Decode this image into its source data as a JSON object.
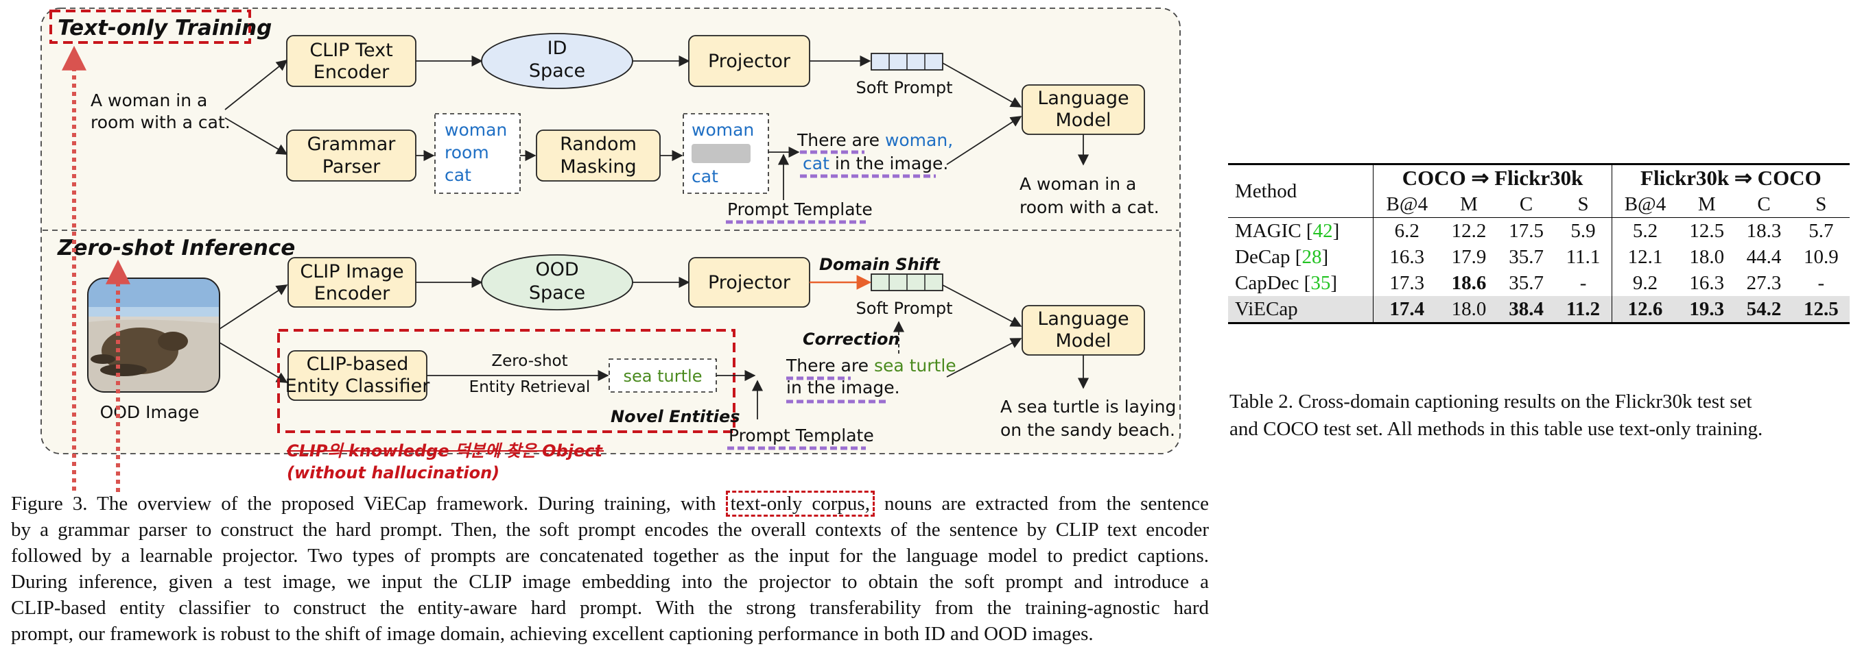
{
  "diagram": {
    "train_section_title": "Text-only Training",
    "infer_section_title": "Zero-shot Inference",
    "input_sentence": [
      "A woman in a",
      "room with a cat."
    ],
    "clip_text_encoder": [
      "CLIP Text",
      "Encoder"
    ],
    "id_space": [
      "ID",
      "Space"
    ],
    "projector": "Projector",
    "soft_prompt": "Soft Prompt",
    "language_model": [
      "Language",
      "Model"
    ],
    "grammar_parser": [
      "Grammar",
      "Parser"
    ],
    "nouns": [
      "woman",
      "room",
      "cat"
    ],
    "random_masking": [
      "Random",
      "Masking"
    ],
    "masked_nouns": [
      "woman",
      "cat"
    ],
    "prompt_train": {
      "pre": "There are ",
      "w1": "woman,",
      "w2": "cat",
      "post": " in the image."
    },
    "prompt_template": "Prompt Template",
    "output_train": [
      "A woman in a",
      "room with a cat."
    ],
    "ood_image_label": "OOD Image",
    "clip_image_encoder": [
      "CLIP Image",
      "Encoder"
    ],
    "ood_space": [
      "OOD",
      "Space"
    ],
    "domain_shift": "Domain Shift",
    "correction": "Correction",
    "entity_classifier": [
      "CLIP-based",
      "Entity Classifier"
    ],
    "zero_shot": "Zero-shot",
    "entity_retrieval": "Entity Retrieval",
    "entity": "sea turtle",
    "novel_entities": "Novel Entities",
    "prompt_infer": {
      "pre": "There are ",
      "entity": "sea turtle",
      "post": "in the image."
    },
    "output_infer": [
      "A sea turtle is laying",
      "on the sandy beach."
    ],
    "annotation": [
      "CLIP의 knowledge 덕분에 찾은 Object",
      "(without hallucination)"
    ],
    "colors": {
      "box_fill": "#fdf0cc",
      "section_bg": "#faf8ef",
      "id_fill": "#dfe9f7",
      "ood_fill": "#e1efdf",
      "red": "#c8151c",
      "blue": "#1f6fc4",
      "green": "#4a8a1e",
      "purple": "#9b6fd0",
      "orange": "#e8612c"
    }
  },
  "caption": {
    "lines": [
      {
        "pre": "Figure 3. The overview of the proposed ViECap framework. During training, with ",
        "box": "text-only corpus,",
        "post": " nouns are extracted from the sentence"
      },
      {
        "text": "by a grammar parser to construct the hard prompt. Then, the soft prompt encodes the overall contexts of the sentence by CLIP text encoder"
      },
      {
        "text": "followed by a learnable projector. Two types of prompts are concatenated together as the input for the language model to predict captions."
      },
      {
        "text": "During inference, given a test image, we input the CLIP image embedding into the projector to obtain the soft prompt and introduce a"
      },
      {
        "text": "CLIP-based entity classifier to construct the entity-aware hard prompt. With the strong transferability from the training-agnostic hard"
      },
      {
        "text": "prompt, our framework is robust to the shift of image domain, achieving excellent captioning performance in both ID and OOD images."
      }
    ]
  },
  "table": {
    "method_header": "Method",
    "group1": "COCO ⇒ Flickr30k",
    "group2": "Flickr30k ⇒ COCO",
    "metrics": [
      "B@4",
      "M",
      "C",
      "S"
    ],
    "rows": [
      {
        "method": "MAGIC",
        "cite": "42",
        "values": [
          "6.2",
          "12.2",
          "17.5",
          "5.9",
          "5.2",
          "12.5",
          "18.3",
          "5.7"
        ],
        "bold": []
      },
      {
        "method": "DeCap",
        "cite": "28",
        "values": [
          "16.3",
          "17.9",
          "35.7",
          "11.1",
          "12.1",
          "18.0",
          "44.4",
          "10.9"
        ],
        "bold": []
      },
      {
        "method": "CapDec",
        "cite": "35",
        "values": [
          "17.3",
          "18.6",
          "35.7",
          "-",
          "9.2",
          "16.3",
          "27.3",
          "-"
        ],
        "bold": [
          1
        ]
      },
      {
        "method": "ViECap",
        "cite": "",
        "values": [
          "17.4",
          "18.0",
          "38.4",
          "11.2",
          "12.6",
          "19.3",
          "54.2",
          "12.5"
        ],
        "bold": [
          0,
          2,
          3,
          4,
          5,
          6,
          7
        ]
      }
    ],
    "caption": [
      "Table 2. Cross-domain captioning results on the Flickr30k test set",
      "and COCO test set. All methods in this table use text-only training."
    ]
  }
}
